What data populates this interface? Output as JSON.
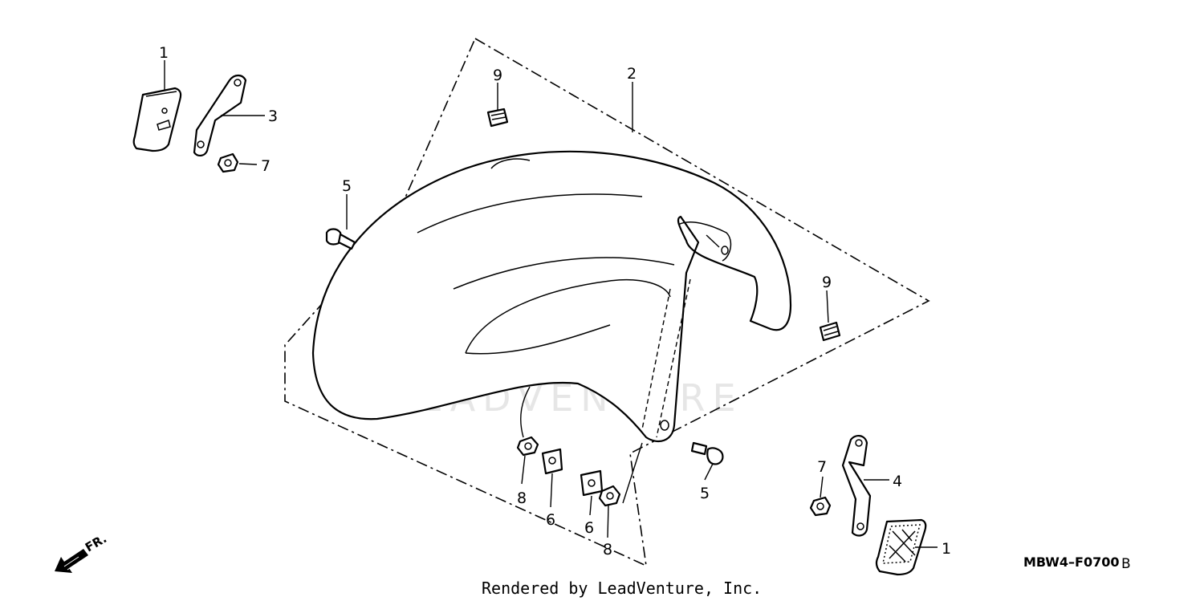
{
  "diagram": {
    "code": "MBW4–F0700",
    "revision": "B",
    "footer": "Rendered by LeadVenture, Inc.",
    "watermark": "LEADVENTURE",
    "direction_label": "FR.",
    "callouts": {
      "c1a": "1",
      "c1b": "1",
      "c2": "2",
      "c3": "3",
      "c4": "4",
      "c5a": "5",
      "c5b": "5",
      "c6a": "6",
      "c6b": "6",
      "c7a": "7",
      "c7b": "7",
      "c8a": "8",
      "c8b": "8",
      "c9a": "9",
      "c9b": "9"
    }
  }
}
